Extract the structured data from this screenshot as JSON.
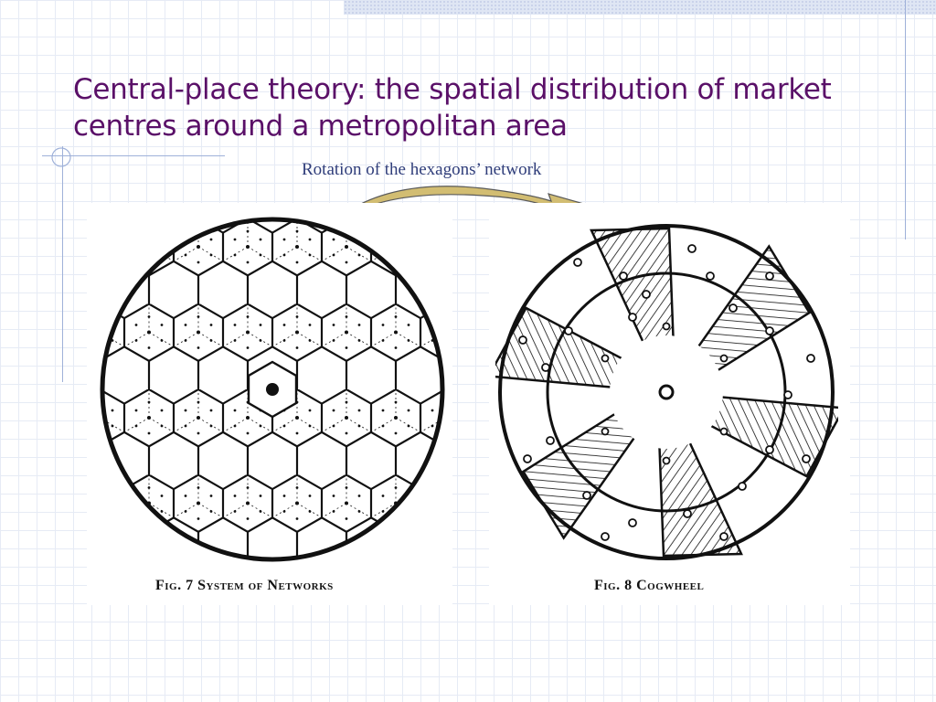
{
  "slide": {
    "title_line1": "Central-place theory: the spatial distribution of market",
    "title_line2": "centres around a metropolitan area",
    "subtitle": "Rotation of the hexagons’ network"
  },
  "figures": [
    {
      "caption": "Fig. 7 System of Networks"
    },
    {
      "caption": "Fig. 8 Cogwheel"
    }
  ],
  "colors": {
    "title": "#5a1068",
    "subtitle": "#2f3d7a",
    "arrow_fill": "#d2bd72",
    "grid": "#e6ebf5"
  }
}
